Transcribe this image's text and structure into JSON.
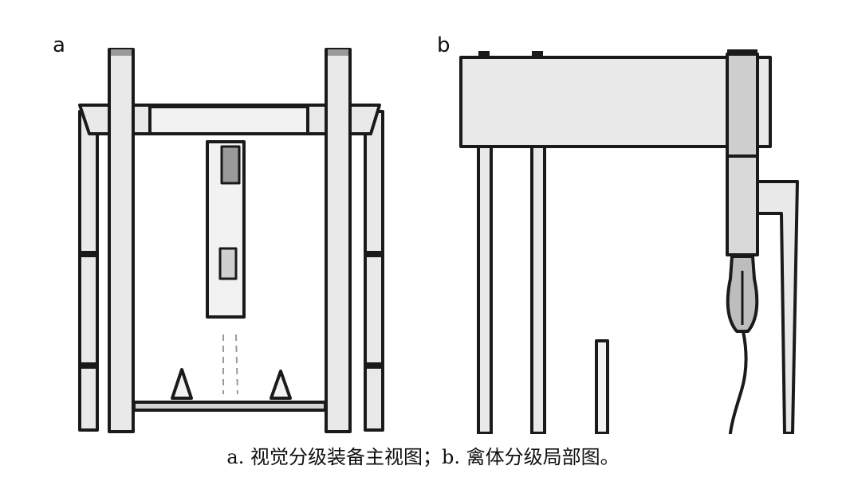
{
  "panels": {
    "a": {
      "label": "a"
    },
    "b": {
      "label": "b"
    }
  },
  "caption": "a. 视觉分级装备主视图；b. 禽体分级局部图。",
  "colors": {
    "stroke": "#1a1a1a",
    "fill_light": "#e9e9e9",
    "fill_mid": "#cfcfcf",
    "fill_dark": "#9a9a9a",
    "background": "#ffffff"
  }
}
